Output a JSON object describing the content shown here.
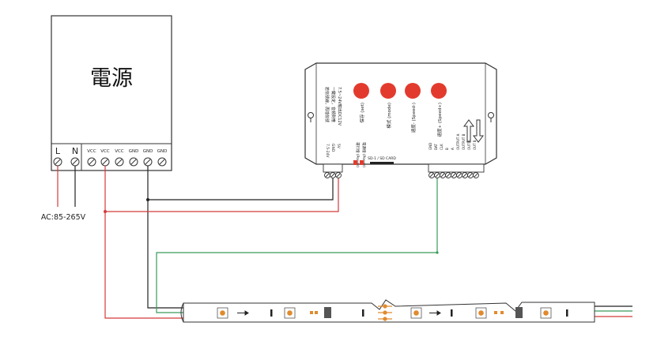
{
  "power_supply": {
    "title": "電源",
    "terminals": [
      "L",
      "N",
      "VCC",
      "VCC",
      "VCC",
      "GND",
      "GND",
      "GND"
    ]
  },
  "ac_input_label": "AC:85-265V",
  "controller": {
    "notes": [
      "若信號線，再插信號",
      "一鍵設定，音頻對應",
      "7.5~24V輸出DC12V"
    ],
    "power_pins": [
      "7.5-24V",
      "GND",
      "5V"
    ],
    "indicators": [
      "運行燈 (Power)",
      "電源燈 (Power)"
    ],
    "sd_slot_label": "SD-1 / SD CARD",
    "buttons": [
      "保存 (set)",
      "模式 (mode)",
      "速度- (Speed-)",
      "速度+ (Speed+)"
    ],
    "out_pins": [
      "GND",
      "DAT",
      "CLK",
      "B",
      "A",
      "OUTPUT A",
      "OUTPUT B",
      "OUT A",
      "OUT B"
    ]
  },
  "colors": {
    "red_wire": "#d43a3a",
    "green_wire": "#3a9a5a",
    "black_wire": "#222222",
    "button_red": "#e23b2e",
    "led_dot": "#e08a2e"
  }
}
